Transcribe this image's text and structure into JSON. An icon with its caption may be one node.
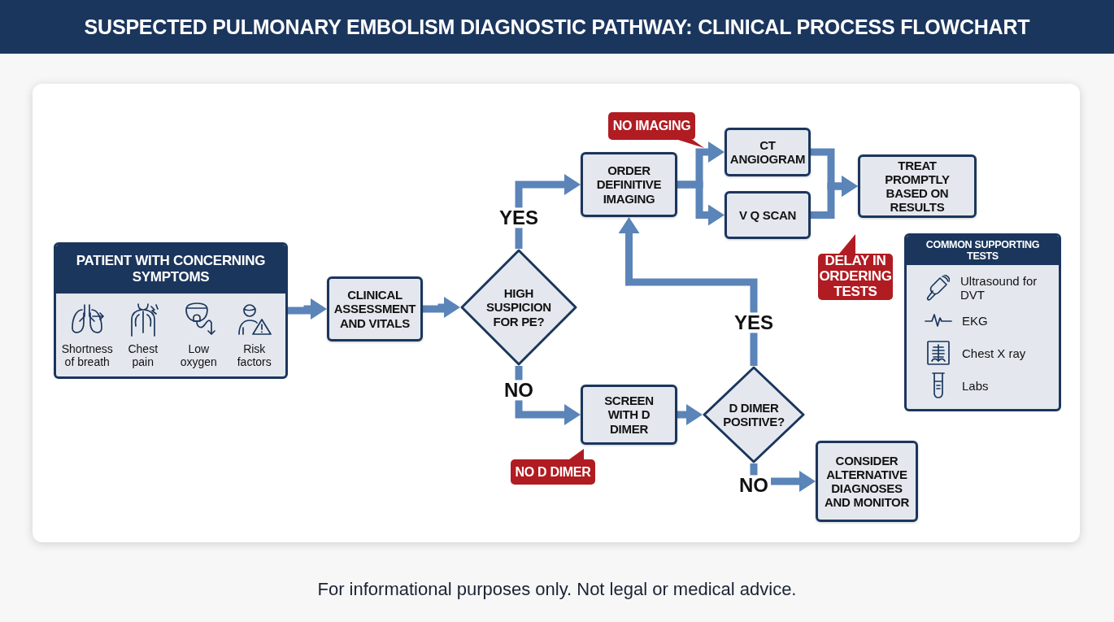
{
  "diagram": {
    "title": "SUSPECTED PULMONARY EMBOLISM DIAGNOSTIC PATHWAY: CLINICAL PROCESS FLOWCHART",
    "caption": "For informational purposes only. Not legal or medical advice.",
    "nodes": [
      {
        "text": [
          "PATIENT WITH CONCERNING SYMPTOMS",
          "Shortness of breath",
          "Chest pain",
          "Low oxygen",
          "Risk factors"
        ]
      },
      {
        "text": [
          "CLINICAL ASSESSMENT AND VITALS"
        ]
      },
      {
        "text": [
          "HIGH SUSPICION FOR PE?"
        ]
      },
      {
        "text": [
          "ORDER DEFINITIVE IMAGING"
        ]
      },
      {
        "text": [
          "CT ANGIOGRAM"
        ]
      },
      {
        "text": [
          "V Q SCAN"
        ]
      },
      {
        "text": [
          "TREAT PROMPTLY BASED ON RESULTS"
        ]
      },
      {
        "text": [
          "SCREEN WITH D DIMER"
        ]
      },
      {
        "text": [
          "D DIMER POSITIVE?"
        ]
      },
      {
        "text": [
          "CONSIDER ALTERNATIVE DIAGNOSES AND MONITOR"
        ]
      },
      {
        "text": [
          "NO IMAGING"
        ]
      },
      {
        "text": [
          "NO D DIMER"
        ]
      },
      {
        "text": [
          "DELAY IN ORDERING TESTS"
        ]
      },
      {
        "text": [
          "COMMON SUPPORTING TESTS",
          "Ultrasound for DVT",
          "EKG",
          "Chest X ray",
          "Labs"
        ]
      }
    ],
    "edges": [
      {
        "from": 0,
        "to": 1,
        "arrow": "to"
      },
      {
        "from": 1,
        "to": 2,
        "arrow": "to"
      },
      {
        "from": 2,
        "to": 3,
        "arrow": "to",
        "label": "YES"
      },
      {
        "from": 2,
        "to": 7,
        "arrow": "to",
        "label": "NO"
      },
      {
        "from": 3,
        "to": 4,
        "arrow": "to"
      },
      {
        "from": 3,
        "to": 5,
        "arrow": "to"
      },
      {
        "from": 4,
        "to": 6,
        "arrow": "to"
      },
      {
        "from": 5,
        "to": 6,
        "arrow": "to"
      },
      {
        "from": 7,
        "to": 8,
        "arrow": "to"
      },
      {
        "from": 8,
        "to": 3,
        "arrow": "to",
        "label": "YES"
      },
      {
        "from": 8,
        "to": 9,
        "arrow": "to",
        "label": "NO"
      }
    ]
  }
}
